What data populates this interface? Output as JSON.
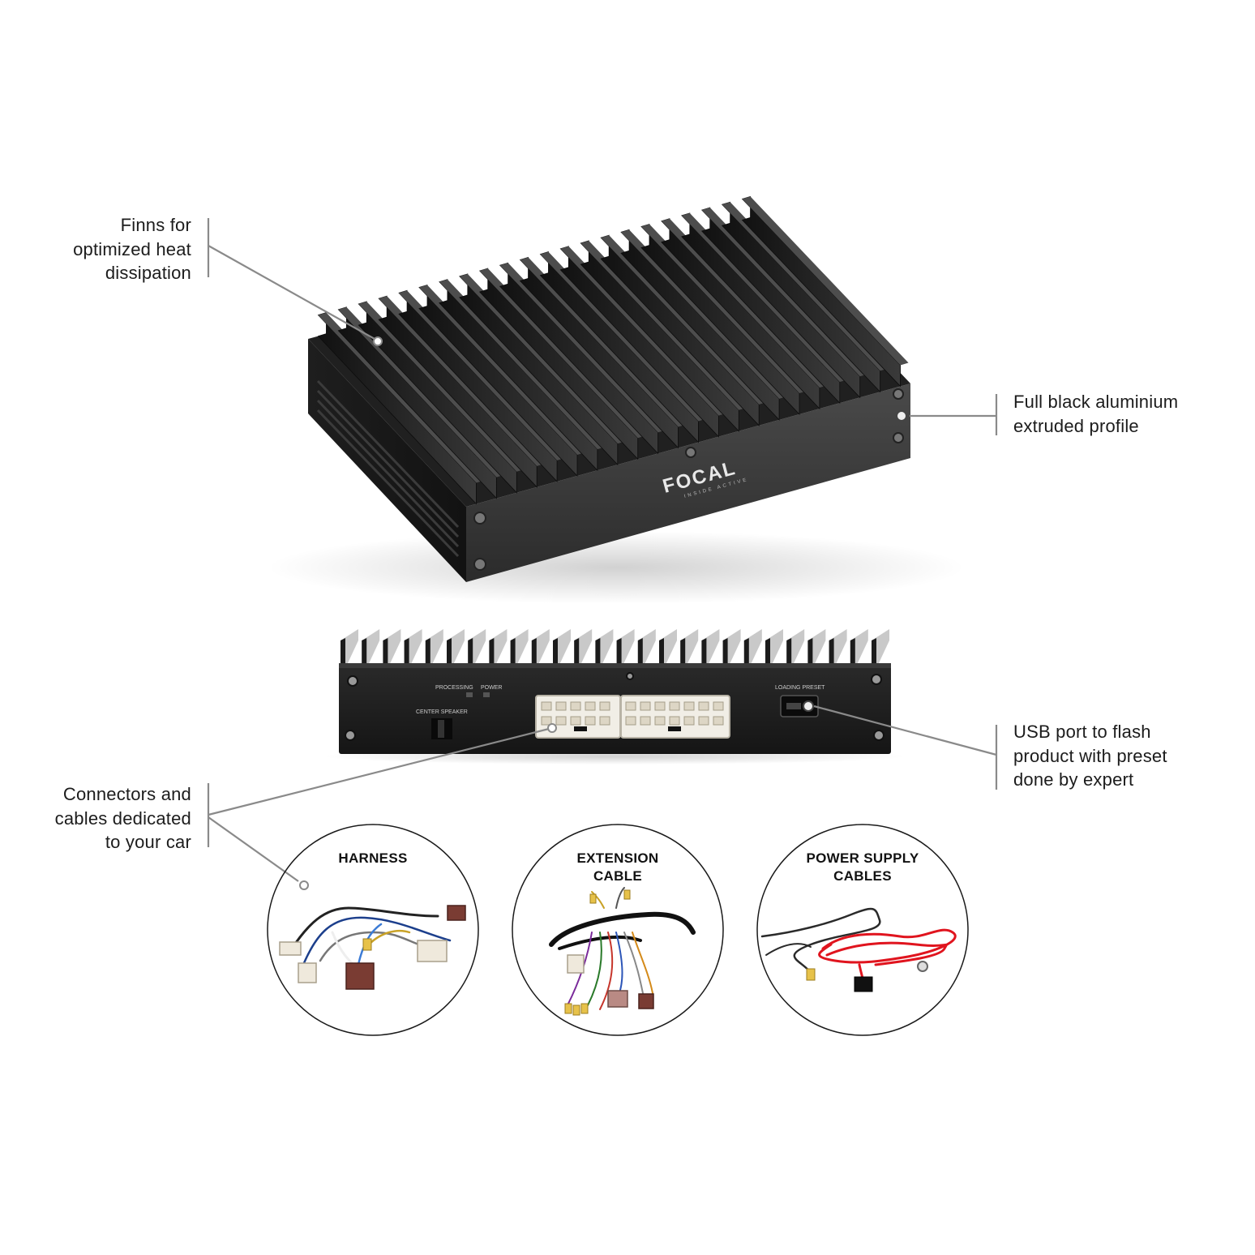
{
  "callouts": {
    "fins": {
      "lines": [
        "Finns for",
        "optimized heat",
        "dissipation"
      ]
    },
    "profile": {
      "lines": [
        "Full black aluminium",
        "extruded profile"
      ]
    },
    "usb": {
      "lines": [
        "USB port to flash",
        "product with preset",
        "done by expert"
      ]
    },
    "connectors": {
      "lines": [
        "Connectors and",
        "cables dedicated",
        "to your car"
      ]
    }
  },
  "device": {
    "brand": "FOCAL",
    "brand_sub": "INSIDE ACTIVE",
    "rear_labels": {
      "processing": "PROCESSING",
      "power": "POWER",
      "center_speaker": "CENTER SPEAKER",
      "loading_preset": "LOADING PRESET"
    }
  },
  "accessories": [
    {
      "lines": [
        "HARNESS"
      ]
    },
    {
      "lines": [
        "EXTENSION",
        "CABLE"
      ]
    },
    {
      "lines": [
        "POWER SUPPLY",
        "CABLES"
      ]
    }
  ],
  "colors": {
    "leader_line": "#8a8a8a",
    "device_body": "#2a2a2a",
    "power_cable": "#e0141e"
  }
}
